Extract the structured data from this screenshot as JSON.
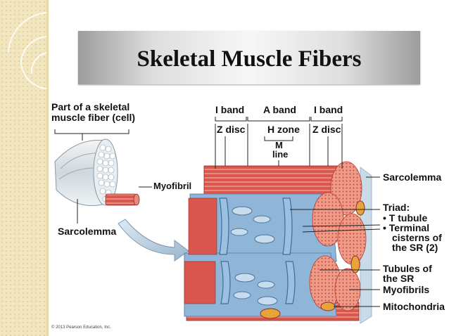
{
  "slide": {
    "title": "Skeletal Muscle Fibers"
  },
  "labels": {
    "part_of_fiber_line1": "Part of a skeletal",
    "part_of_fiber_line2": "muscle fiber (cell)",
    "myofibril": "Myofibril",
    "sarcolemma_left": "Sarcolemma",
    "i_band_left": "I band",
    "a_band": "A band",
    "i_band_right": "I band",
    "z_disc_left": "Z disc",
    "h_zone": "H zone",
    "z_disc_right": "Z disc",
    "m_line_1": "M",
    "m_line_2": "line",
    "sarcolemma_right": "Sarcolemma",
    "triad": "Triad:",
    "t_tubule": "• T tubule",
    "terminal_1": "• Terminal",
    "terminal_2": "cisterns of",
    "terminal_3": "the SR (2)",
    "tubules_1": "Tubules of",
    "tubules_2": "the SR",
    "myofibrils": "Myofibrils",
    "mitochondria": "Mitochondria"
  },
  "footer": {
    "copyright": "© 2013 Pearson Education, Inc."
  },
  "colors": {
    "muscle_red": "#d9574e",
    "muscle_light": "#f0a89a",
    "sr_blue": "#8fb6d8",
    "sarcolemma_blue": "#c9dbe9",
    "banner_dark": "#9c9c9c"
  }
}
